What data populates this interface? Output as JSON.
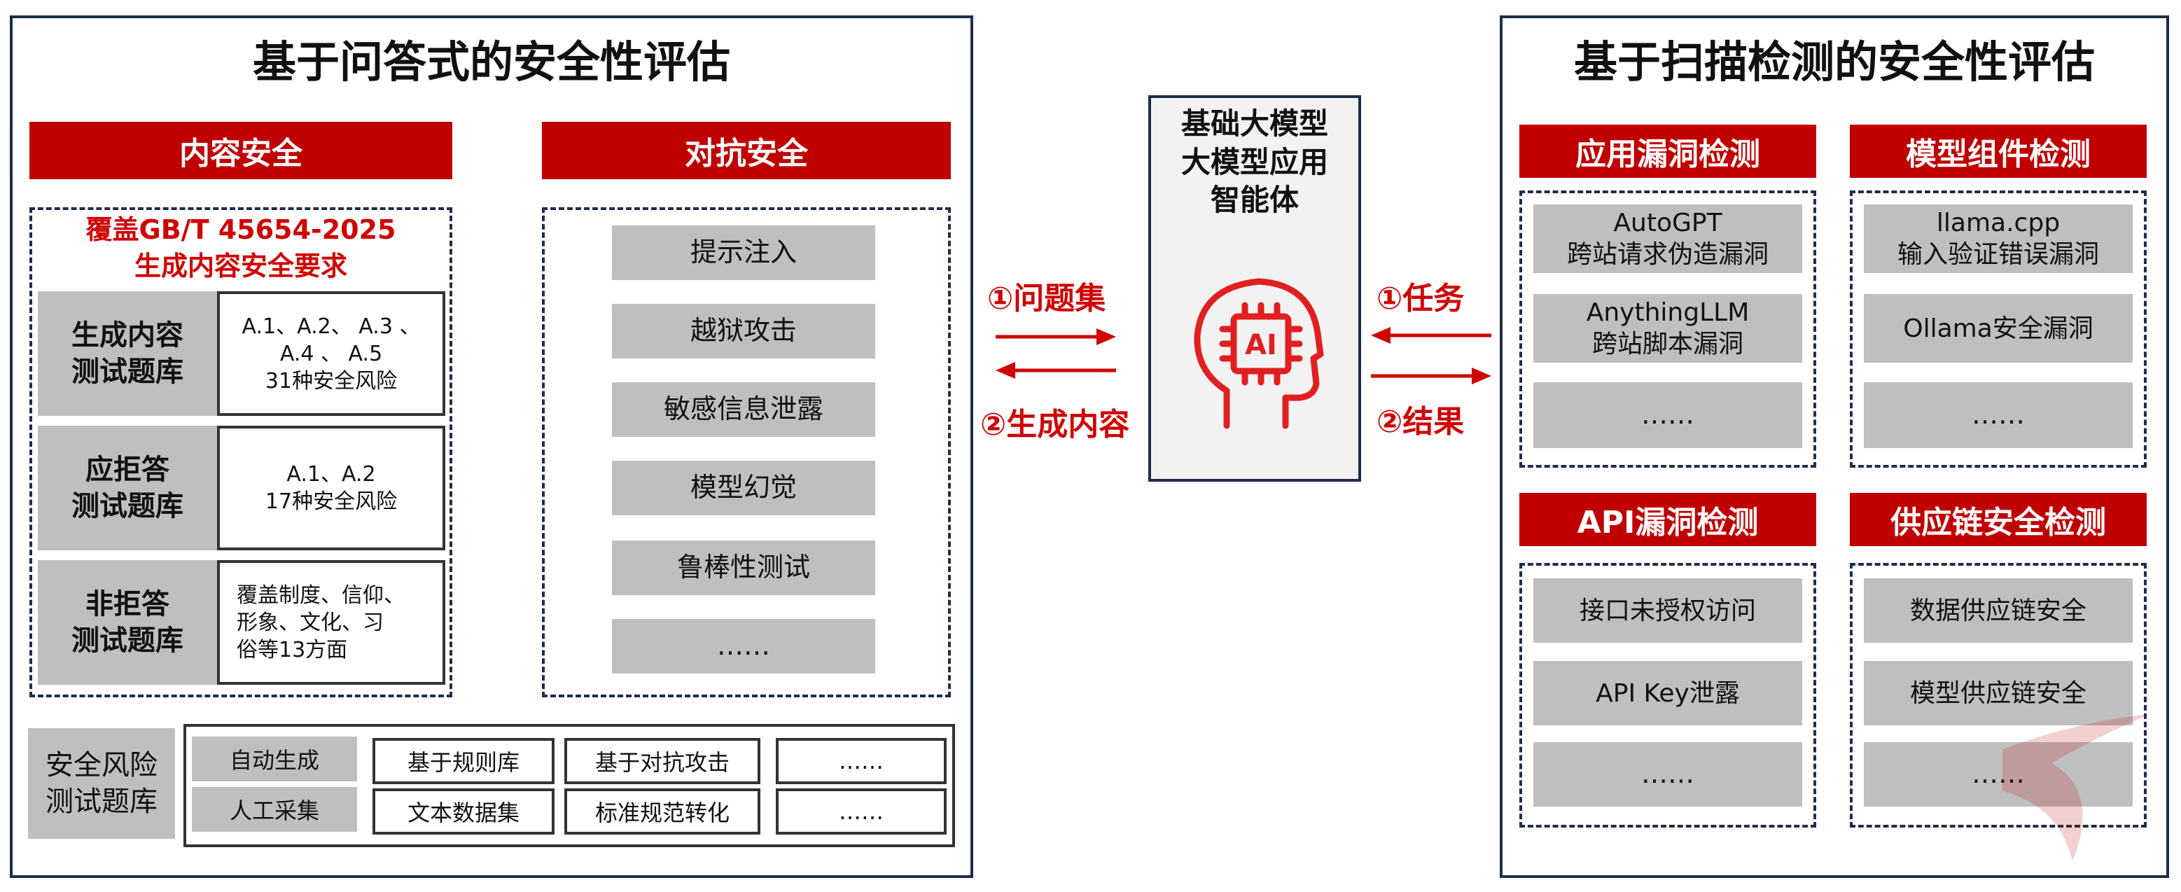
{
  "left_panel": {
    "title": "基于问答式的安全性评估",
    "content_security": {
      "header": "内容安全",
      "coverage_line1": "覆盖GB/T 45654-2025",
      "coverage_line2": "生成内容安全要求",
      "rows": [
        {
          "label": "生成内容\n测试题库",
          "desc": "A.1、A.2、 A.3 、\nA.4 、 A.5\n31种安全风险"
        },
        {
          "label": "应拒答\n测试题库",
          "desc": "A.1、A.2\n17种安全风险"
        },
        {
          "label": "非拒答\n测试题库",
          "desc": "覆盖制度、信仰、\n形象、文化、习\n俗等13方面"
        }
      ]
    },
    "adversarial_security": {
      "header": "对抗安全",
      "items": [
        "提示注入",
        "越狱攻击",
        "敏感信息泄露",
        "模型幻觉",
        "鲁棒性测试",
        "……"
      ]
    },
    "risk_bank": {
      "label": "安全风险\n测试题库",
      "row1": {
        "source": "自动生成",
        "items": [
          "基于规则库",
          "基于对抗攻击",
          "……"
        ]
      },
      "row2": {
        "source": "人工采集",
        "items": [
          "文本数据集",
          "标准规范转化",
          "……"
        ]
      }
    }
  },
  "center": {
    "box_title": "基础大模型\n大模型应用\n智能体",
    "icon": "ai-head-icon",
    "left_top_label": "①问题集",
    "left_bottom_label": "②生成内容",
    "right_top_label": "①任务",
    "right_bottom_label": "②结果"
  },
  "right_panel": {
    "title": "基于扫描检测的安全性评估",
    "app_vuln": {
      "header": "应用漏洞检测",
      "items": [
        "AutoGPT\n跨站请求伪造漏洞",
        "AnythingLLM\n跨站脚本漏洞",
        "……"
      ]
    },
    "model_component": {
      "header": "模型组件检测",
      "items": [
        "llama.cpp\n输入验证错误漏洞",
        "Ollama安全漏洞",
        "……"
      ]
    },
    "api_vuln": {
      "header": "API漏洞检测",
      "items": [
        "接口未授权访问",
        "API Key泄露",
        "……"
      ]
    },
    "supply_chain": {
      "header": "供应链安全检测",
      "items": [
        "数据供应链安全",
        "模型供应链安全",
        "……"
      ]
    }
  },
  "colors": {
    "accent_red": "#c00000",
    "frame_navy": "#1f2d4d",
    "gray_fill": "#bfbfbf"
  }
}
